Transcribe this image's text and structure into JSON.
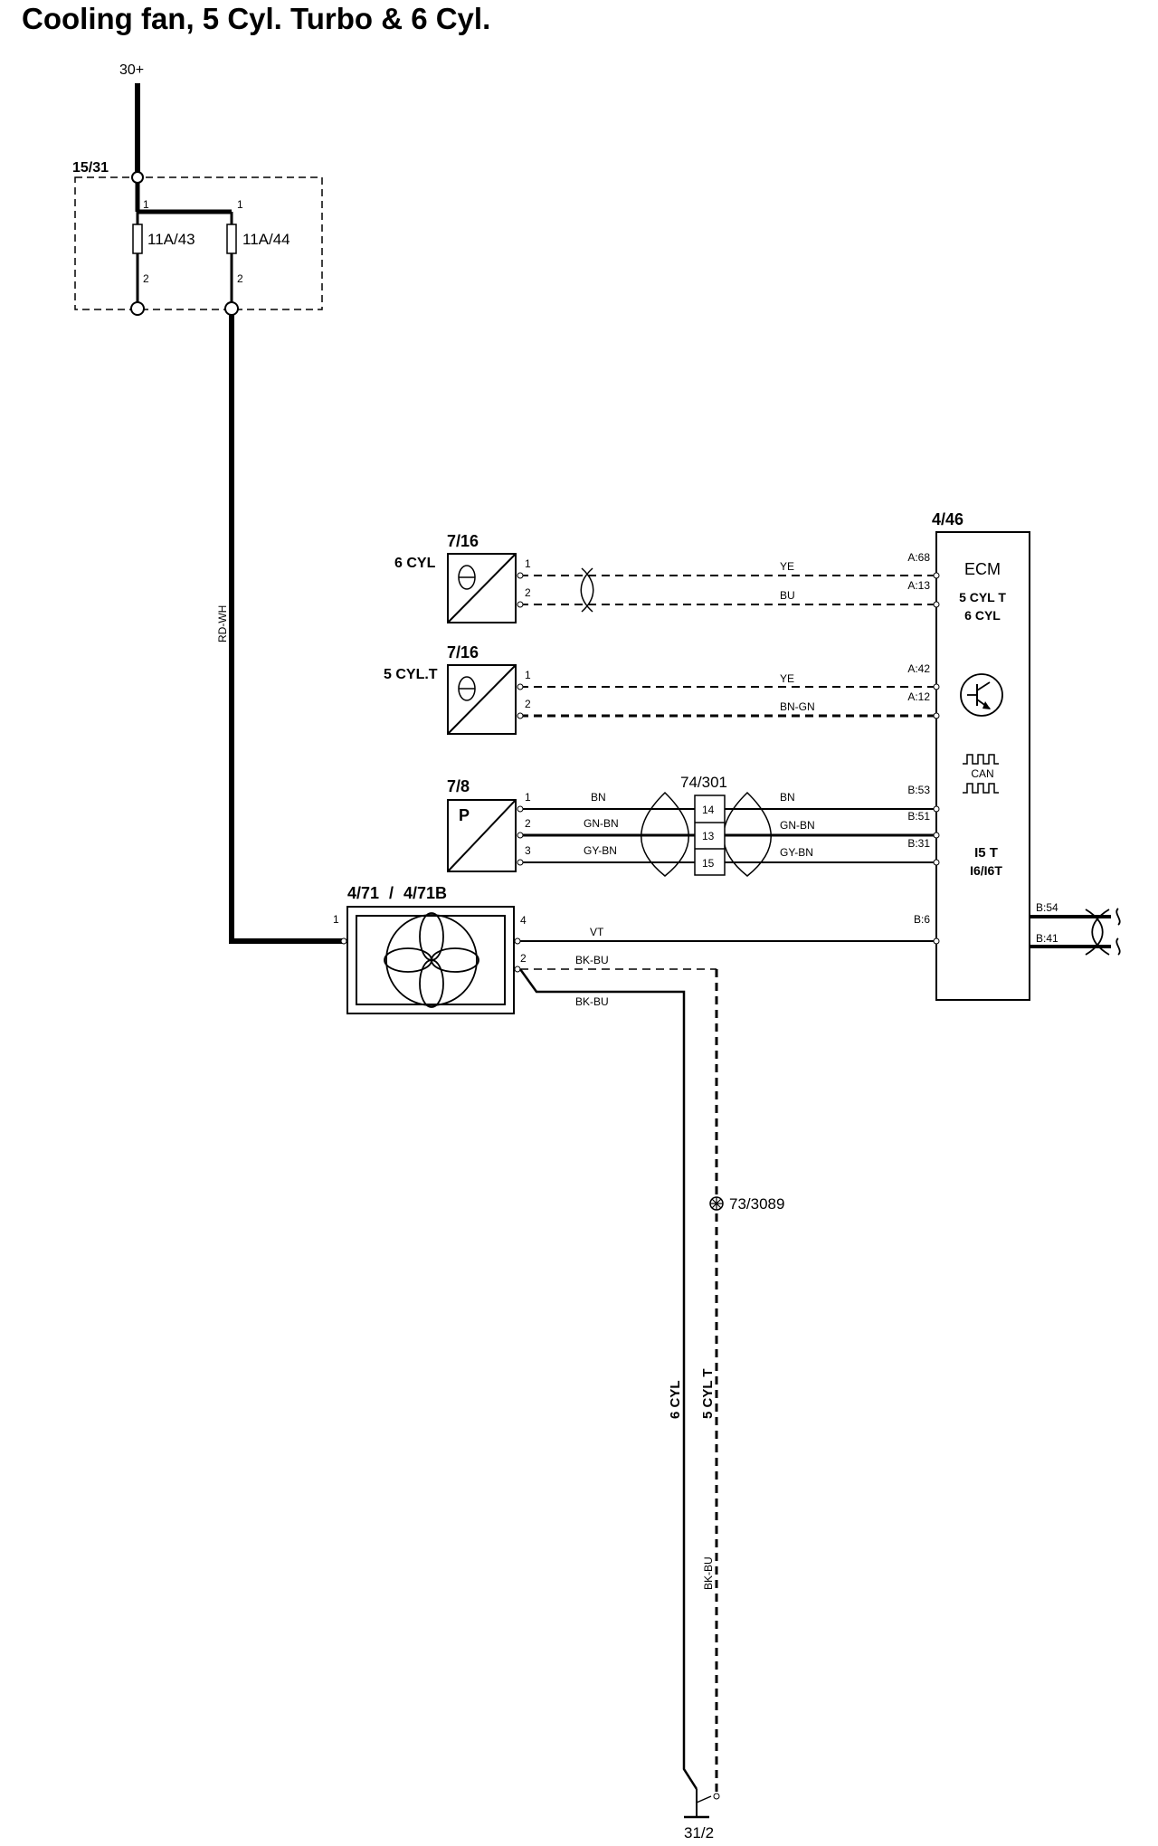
{
  "title": "Cooling fan, 5 Cyl. Turbo & 6 Cyl.",
  "supply": {
    "label": "30+"
  },
  "fuse_box": {
    "id": "15/31",
    "fuse1": "11A/43",
    "fuse2": "11A/44",
    "pin_in": "1",
    "pin_out": "2"
  },
  "wires": {
    "feed": "RD-WH",
    "sensor6_1": "YE",
    "sensor6_2": "BU",
    "sensor5_1": "YE",
    "sensor5_2": "BN-GN",
    "p_1": "BN",
    "p_2": "GN-BN",
    "p_3": "GY-BN",
    "p_1r": "BN",
    "p_2r": "GN-BN",
    "p_3r": "GY-BN",
    "fan_4": "VT",
    "fan_2a": "BK-BU",
    "fan_2b": "BK-BU",
    "ground": "BK-BU"
  },
  "sensor_6cyl": {
    "id": "7/16",
    "variant": "6 CYL",
    "pin1": "1",
    "pin2": "2",
    "symbol": "θ"
  },
  "sensor_5cyl": {
    "id": "7/16",
    "variant": "5 CYL.T",
    "pin1": "1",
    "pin2": "2",
    "symbol": "θ"
  },
  "pressure_sensor": {
    "id": "7/8",
    "symbol": "P",
    "pin1": "1",
    "pin2": "2",
    "pin3": "3"
  },
  "connector": {
    "id": "74/301",
    "pins": [
      "14",
      "13",
      "15"
    ]
  },
  "ecm": {
    "id": "4/46",
    "name": "ECM",
    "variant1": "5 CYL T",
    "variant2": "6 CYL",
    "can": "CAN",
    "variant3": "I5 T",
    "variant4": "I6/I6T",
    "pins": {
      "a68": "A:68",
      "a13": "A:13",
      "a42": "A:42",
      "a12": "A:12",
      "b53": "B:53",
      "b51": "B:51",
      "b31": "B:31",
      "b6": "B:6",
      "b54": "B:54",
      "b41": "B:41"
    }
  },
  "fan": {
    "id_a": "4/71",
    "separator": "/",
    "id_b": "4/71B",
    "pin1": "1",
    "pin4": "4",
    "pin2": "2"
  },
  "splice": {
    "id": "73/3089"
  },
  "variants": {
    "v1": "6 CYL",
    "v2": "5 CYL T"
  },
  "ground": {
    "id": "31/2"
  }
}
